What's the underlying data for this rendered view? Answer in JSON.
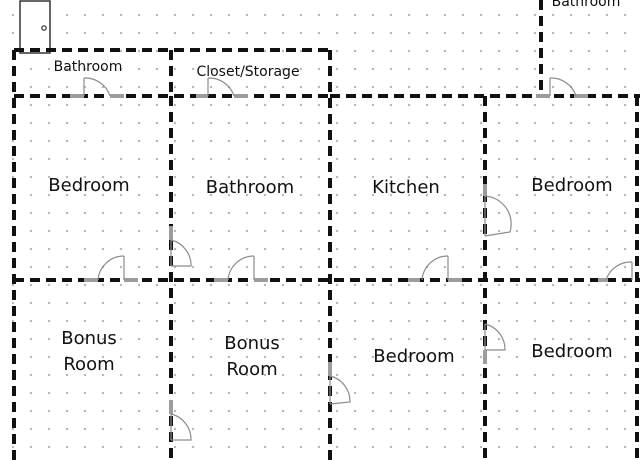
{
  "rooms": {
    "bathroom_top_left": "Bathroom",
    "closet_storage": "Closet/Storage",
    "bathroom_top_right": "Bathroom",
    "bedroom_upper_left": "Bedroom",
    "bathroom_center": "Bathroom",
    "kitchen": "Kitchen",
    "bedroom_upper_right": "Bedroom",
    "bonus_room_left": [
      "Bonus",
      "Room"
    ],
    "bonus_room_center": [
      "Bonus",
      "Room"
    ],
    "bedroom_lower_center": "Bedroom",
    "bedroom_lower_right": "Bedroom"
  }
}
